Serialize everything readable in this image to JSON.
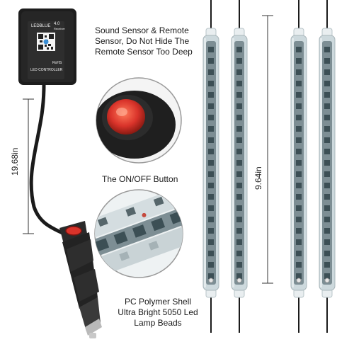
{
  "controller": {
    "brand": "LEDBLUE",
    "version": "4.0",
    "version_sub": "Receiver",
    "rohs": "RoHS",
    "model": "LED CONTROLLER"
  },
  "callouts": {
    "sensor_line1": "Sound Sensor & Remote",
    "sensor_line2": "Sensor, Do Not Hide The",
    "sensor_line3": "Remote Sensor Too Deep",
    "onoff": "The ON/OFF Button",
    "shell_line1": "PC Polymer Shell",
    "shell_line2": "Ultra Bright 5050 Led",
    "shell_line3": "Lamp Beads"
  },
  "dimensions": {
    "cable_length": "19.68in",
    "strip_length": "9.64in"
  },
  "colors": {
    "background": "#ffffff",
    "strip_body": "#7d8e94",
    "strip_shell": "#cdd9dd",
    "led": "#3c4f55",
    "button_red": "#d9332a",
    "cable": "#1b1b1b"
  }
}
